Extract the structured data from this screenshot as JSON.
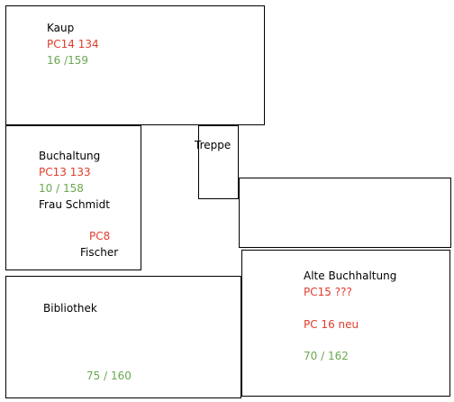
{
  "colors": {
    "border": "#000000",
    "black_text": "#000000",
    "red_text": "#e03c2c",
    "green_text": "#6aa84f"
  },
  "rooms": {
    "kaup": {
      "name": "Kaup",
      "pc_line": "PC14   134",
      "ratio": "16 /159"
    },
    "buchhaltung": {
      "name": "Buchaltung",
      "pc_line": "PC13   133",
      "ratio": "10 / 158",
      "person": "Frau Schmidt",
      "pc2": "PC8",
      "person2": "Fischer"
    },
    "treppe": {
      "name": "Treppe"
    },
    "empty_room": {},
    "alte_buchhaltung": {
      "name": "Alte Buchhaltung",
      "pc_line": "PC15   ???",
      "pc2": "PC 16 neu",
      "ratio": "70 / 162"
    },
    "bibliothek": {
      "name": "Bibliothek",
      "ratio": "75 / 160"
    }
  }
}
